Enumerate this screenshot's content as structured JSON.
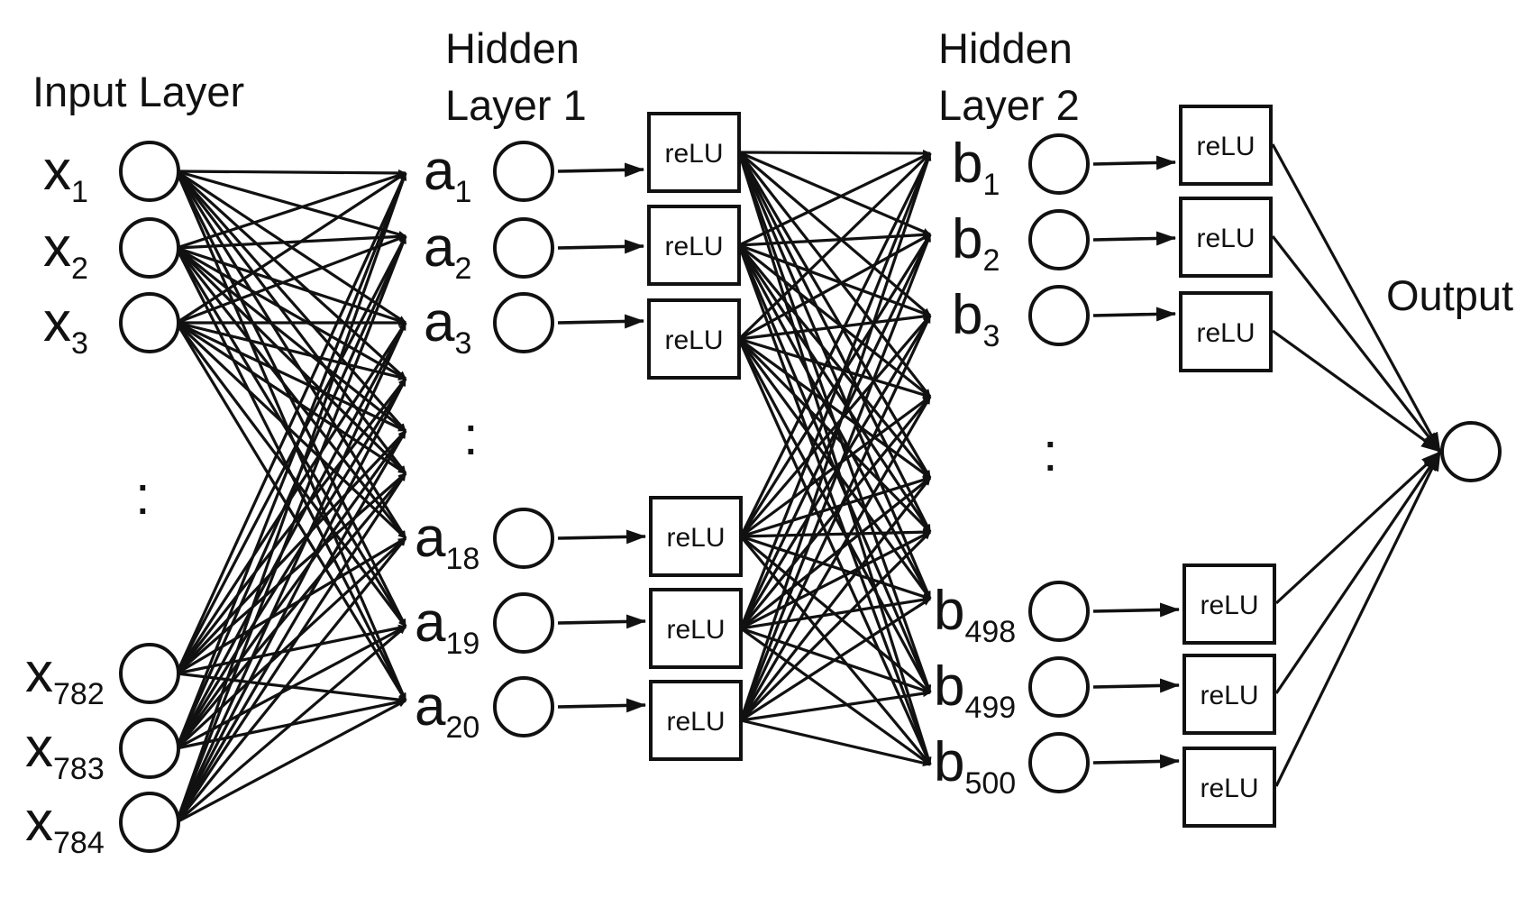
{
  "titles": {
    "input": "Input Layer",
    "hidden1": [
      "Hidden",
      "Layer 1"
    ],
    "hidden2": [
      "Hidden",
      "Layer 2"
    ],
    "output": "Output"
  },
  "relu_label": "reLU",
  "ellipsis": ":",
  "input_nodes": [
    {
      "base": "x",
      "sub": "1"
    },
    {
      "base": "x",
      "sub": "2"
    },
    {
      "base": "x",
      "sub": "3"
    },
    {
      "base": "x",
      "sub": "782"
    },
    {
      "base": "x",
      "sub": "783"
    },
    {
      "base": "x",
      "sub": "784"
    }
  ],
  "hidden1_nodes": [
    {
      "base": "a",
      "sub": "1"
    },
    {
      "base": "a",
      "sub": "2"
    },
    {
      "base": "a",
      "sub": "3"
    },
    {
      "base": "a",
      "sub": "18"
    },
    {
      "base": "a",
      "sub": "19"
    },
    {
      "base": "a",
      "sub": "20"
    }
  ],
  "hidden2_nodes": [
    {
      "base": "b",
      "sub": "1"
    },
    {
      "base": "b",
      "sub": "2"
    },
    {
      "base": "b",
      "sub": "3"
    },
    {
      "base": "b",
      "sub": "498"
    },
    {
      "base": "b",
      "sub": "499"
    },
    {
      "base": "b",
      "sub": "500"
    }
  ]
}
